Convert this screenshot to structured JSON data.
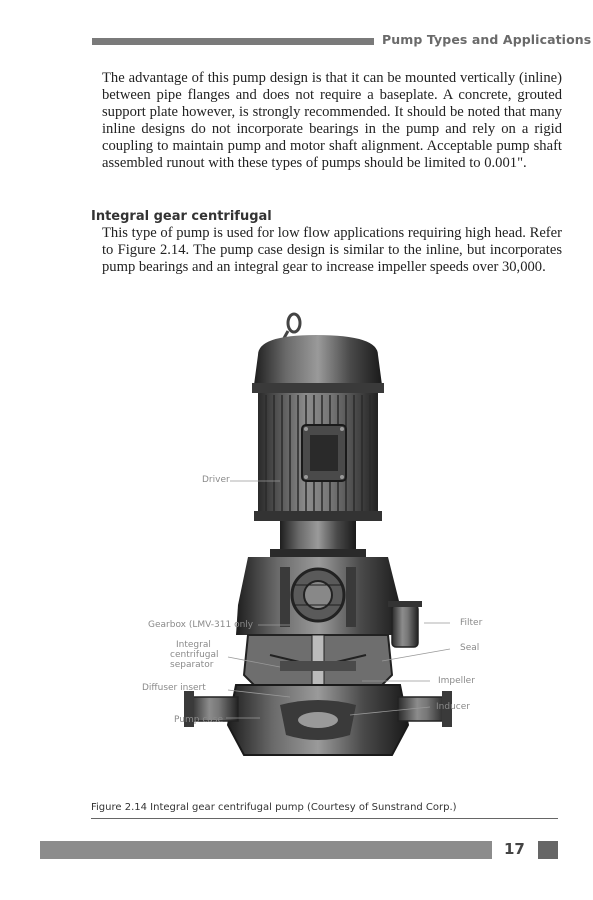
{
  "header": {
    "title": "Pump Types and Applications"
  },
  "paragraphs": {
    "p1": "The advantage of this pump design is that it can be mounted vertically (inline) between pipe flanges and does not require a baseplate. A concrete, grouted support plate however, is strongly recommended. It should be noted that many inline designs do not incorporate bearings in the pump and rely on a rigid coupling to maintain pump and motor shaft alignment. Acceptable pump shaft assembled runout with these types of pumps should be limited to 0.001\".",
    "p2": "This type of pump is used for low flow applications requiring high head. Refer to Figure 2.14. The pump case design is similar to the inline, but incorporates pump bearings and an integral gear to increase impeller speeds over 30,000."
  },
  "section": {
    "heading": "Integral gear centrifugal"
  },
  "figure": {
    "labels": {
      "driver": "Driver",
      "gearbox": "Gearbox (LMV-311 only",
      "separator_1": "Integral",
      "separator_2": "centrifugal",
      "separator_3": "separator",
      "diffuser": "Diffuser insert",
      "pump_case": "Pump case",
      "filter": "Filter",
      "seal": "Seal",
      "impeller": "Impeller",
      "inducer": "Inducer"
    },
    "caption": "Figure 2.14 Integral gear centrifugal pump (Courtesy of Sunstrand Corp.)"
  },
  "footer": {
    "page_number": "17"
  }
}
